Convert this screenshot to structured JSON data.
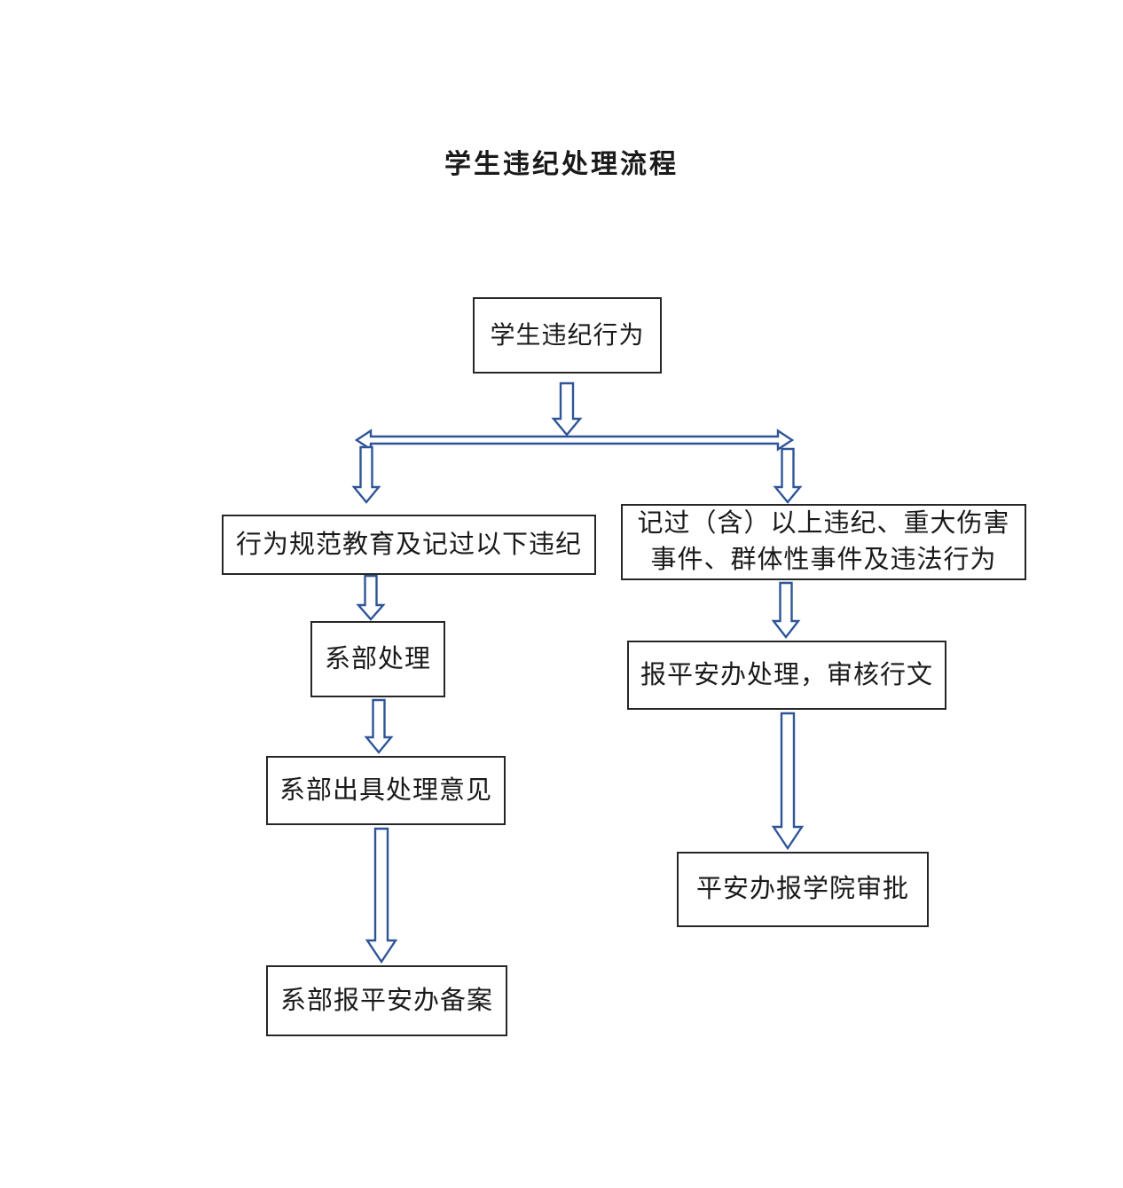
{
  "title": "学生违纪处理流程",
  "colors": {
    "arrow": "#2f5597",
    "box_border": "#262626",
    "text": "#1a1a1a",
    "background": "#ffffff"
  },
  "flowchart": {
    "nodes": {
      "start": {
        "label": "学生违纪行为"
      },
      "minor": {
        "label": "行为规范教育及记过以下违纪"
      },
      "major": {
        "label": "记过（含）以上违纪、重大伤害\n事件、群体性事件及违法行为"
      },
      "dept_handle": {
        "label": "系部处理"
      },
      "dept_opinion": {
        "label": "系部出具处理意见"
      },
      "dept_record": {
        "label": "系部报平安办备案"
      },
      "safety_handle": {
        "label": "报平安办处理，审核行文"
      },
      "college_approve": {
        "label": "平安办报学院审批"
      }
    },
    "connections": [
      {
        "from": "start",
        "to": "minor"
      },
      {
        "from": "start",
        "to": "major"
      },
      {
        "from": "minor",
        "to": "dept_handle"
      },
      {
        "from": "dept_handle",
        "to": "dept_opinion"
      },
      {
        "from": "dept_opinion",
        "to": "dept_record"
      },
      {
        "from": "major",
        "to": "safety_handle"
      },
      {
        "from": "safety_handle",
        "to": "college_approve"
      }
    ]
  }
}
